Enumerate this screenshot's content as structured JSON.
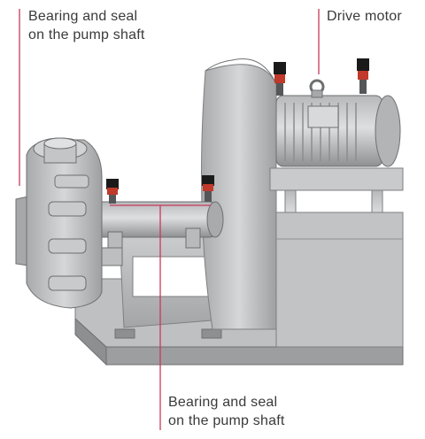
{
  "labels": {
    "top_left": {
      "line1": "Bearing and seal",
      "line2": "on the pump shaft"
    },
    "top_right": {
      "line1": "Drive motor"
    },
    "bottom": {
      "line1": "Bearing and seal",
      "line2": "on the pump shaft"
    }
  },
  "colors": {
    "leader_line": "#c8385a",
    "machine_body": "#c7c8ca",
    "machine_shadow": "#9a9b9d",
    "machine_dark": "#6d6e70",
    "lubricator_red": "#c0392b",
    "lubricator_black": "#1a1a1a"
  }
}
